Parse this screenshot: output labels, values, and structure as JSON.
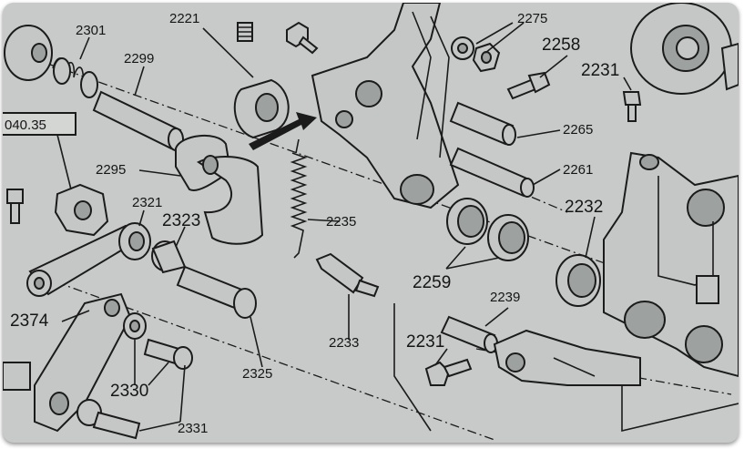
{
  "diagram": {
    "reference_box": "040.35",
    "labels": {
      "p2221": "2221",
      "p2275": "2275",
      "p2301": "2301",
      "p2299": "2299",
      "p2258": "2258",
      "p2231a": "2231",
      "p2265": "2265",
      "p2295": "2295",
      "p2261": "2261",
      "p2321": "2321",
      "p2323": "2323",
      "p2235": "2235",
      "p2232": "2232",
      "p2259": "2259",
      "p2374": "2374",
      "p2239": "2239",
      "p2233": "2233",
      "p2231b": "2231",
      "p2330": "2330",
      "p2325": "2325",
      "p2331": "2331"
    }
  }
}
